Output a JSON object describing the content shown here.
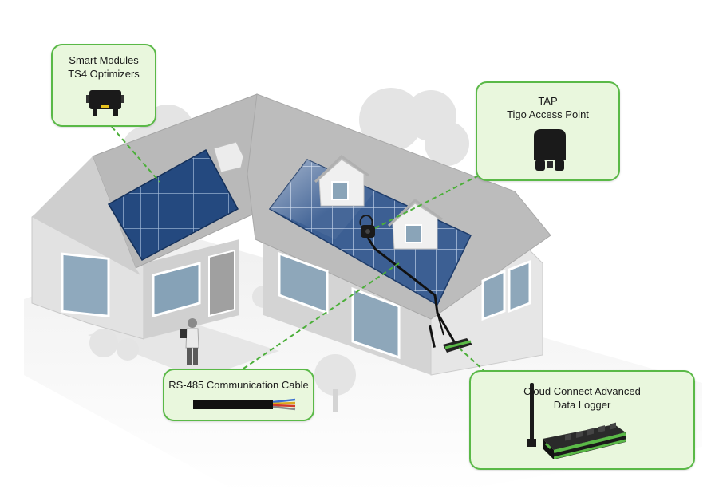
{
  "callouts": {
    "modules": {
      "line1": "Smart Modules",
      "line2": "TS4 Optimizers"
    },
    "tap": {
      "line1": "TAP",
      "line2": "Tigo Access Point"
    },
    "cable": {
      "line1": "RS-485 Communication Cable"
    },
    "logger": {
      "line1": "Cloud Connect Advanced",
      "line2": "Data Logger"
    }
  },
  "colors": {
    "callout_border": "#5ab947",
    "callout_fill": "#e9f7dd",
    "leader_line": "#4caf3a",
    "wall": "#dcdcdc",
    "roof": "#bdbdbd",
    "solar_panel": "#1c3f78",
    "device_black": "#1a1a1a",
    "device_green": "#5ab947"
  }
}
